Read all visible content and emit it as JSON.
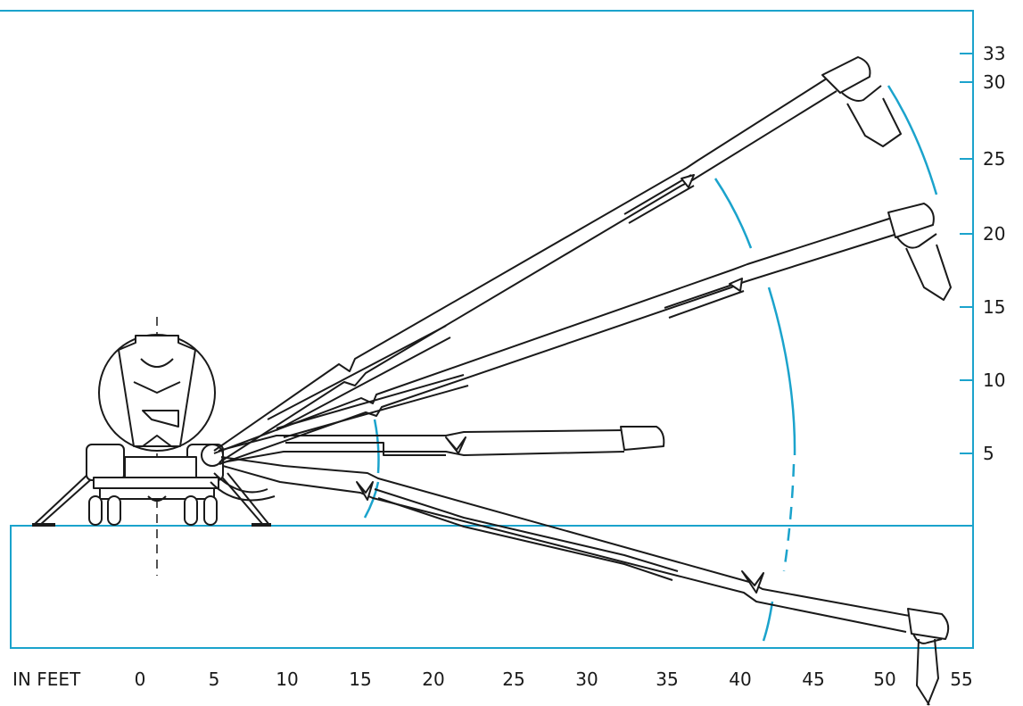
{
  "diagram": {
    "accent_color": "#1ba3cc",
    "line_color": "#1a1a1a",
    "x_axis": {
      "unit_label": "IN FEET",
      "ticks": [
        "0",
        "5",
        "10",
        "15",
        "20",
        "25",
        "30",
        "35",
        "40",
        "45",
        "50",
        "55"
      ]
    },
    "y_axis": {
      "ticks": [
        "5",
        "10",
        "15",
        "20",
        "25",
        "30",
        "33"
      ]
    },
    "components": [
      "truck-front-view",
      "boom-position-upper",
      "boom-position-middle",
      "boom-position-horizontal",
      "boom-position-lower",
      "reach-arcs",
      "ground-pit-outline"
    ]
  }
}
